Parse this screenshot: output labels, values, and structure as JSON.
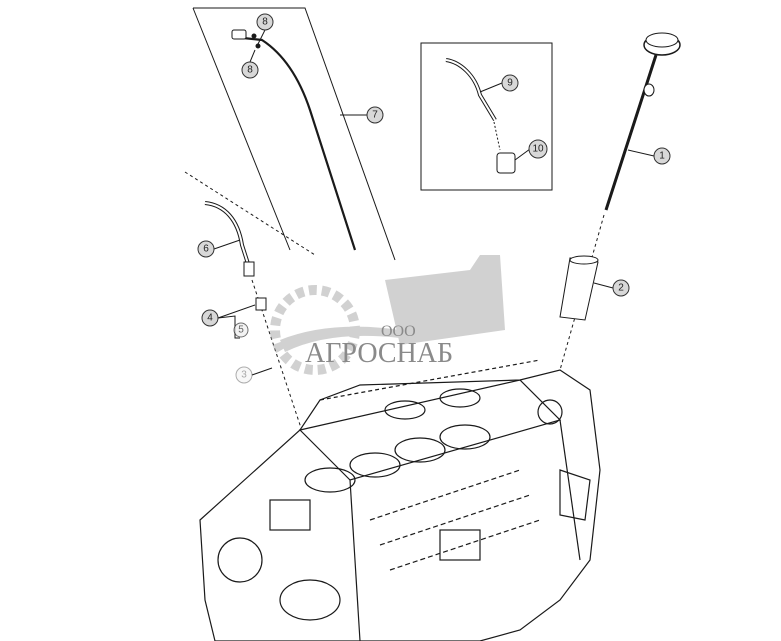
{
  "diagram": {
    "callouts": [
      {
        "id": "callout-8a",
        "label": "8"
      },
      {
        "id": "callout-8b",
        "label": "8"
      },
      {
        "id": "callout-7",
        "label": "7"
      },
      {
        "id": "callout-9",
        "label": "9"
      },
      {
        "id": "callout-10",
        "label": "10"
      },
      {
        "id": "callout-1",
        "label": "1"
      },
      {
        "id": "callout-2",
        "label": "2"
      },
      {
        "id": "callout-6",
        "label": "6"
      },
      {
        "id": "callout-4",
        "label": "4"
      },
      {
        "id": "callout-5",
        "label": "5"
      },
      {
        "id": "callout-3",
        "label": "3"
      }
    ]
  },
  "watermark": {
    "prefix": "ООО",
    "name": "АГРОСНАБ"
  },
  "colors": {
    "line": "#1a1a1a",
    "callout_fill": "#d8d8d8",
    "watermark": "#9a9a9a"
  }
}
